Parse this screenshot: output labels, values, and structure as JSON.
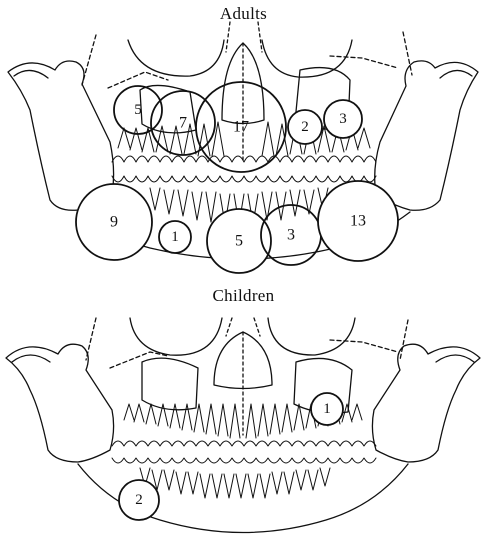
{
  "panels": {
    "adults": {
      "title": "Adults",
      "circles": [
        {
          "label": "5",
          "size": 5
        },
        {
          "label": "7",
          "size": 7
        },
        {
          "label": "17",
          "size": 17
        },
        {
          "label": "2",
          "size": 2
        },
        {
          "label": "3",
          "size": 3
        },
        {
          "label": "9",
          "size": 9
        },
        {
          "label": "1",
          "size": 1
        },
        {
          "label": "5",
          "size": 5
        },
        {
          "label": "3",
          "size": 3
        },
        {
          "label": "13",
          "size": 13
        }
      ]
    },
    "children": {
      "title": "Children",
      "circles": [
        {
          "label": "1",
          "size": 1
        },
        {
          "label": "2",
          "size": 2
        }
      ]
    }
  }
}
